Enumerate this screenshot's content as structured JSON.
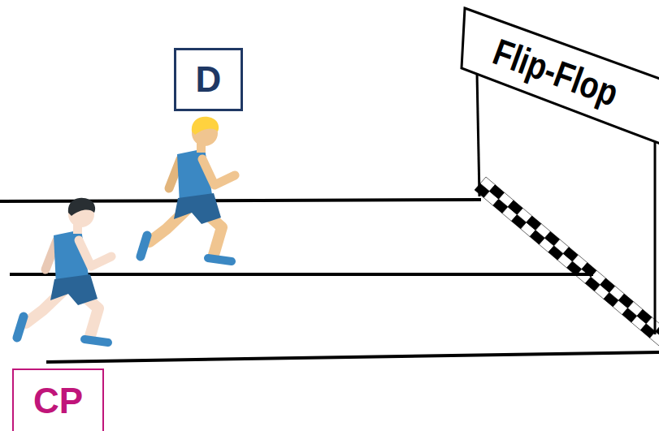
{
  "diagram": {
    "nodes": [
      {
        "text": [
          "D"
        ]
      },
      {
        "text": [
          "Flip-Flop"
        ]
      },
      {
        "text": [
          "CP"
        ]
      }
    ]
  }
}
